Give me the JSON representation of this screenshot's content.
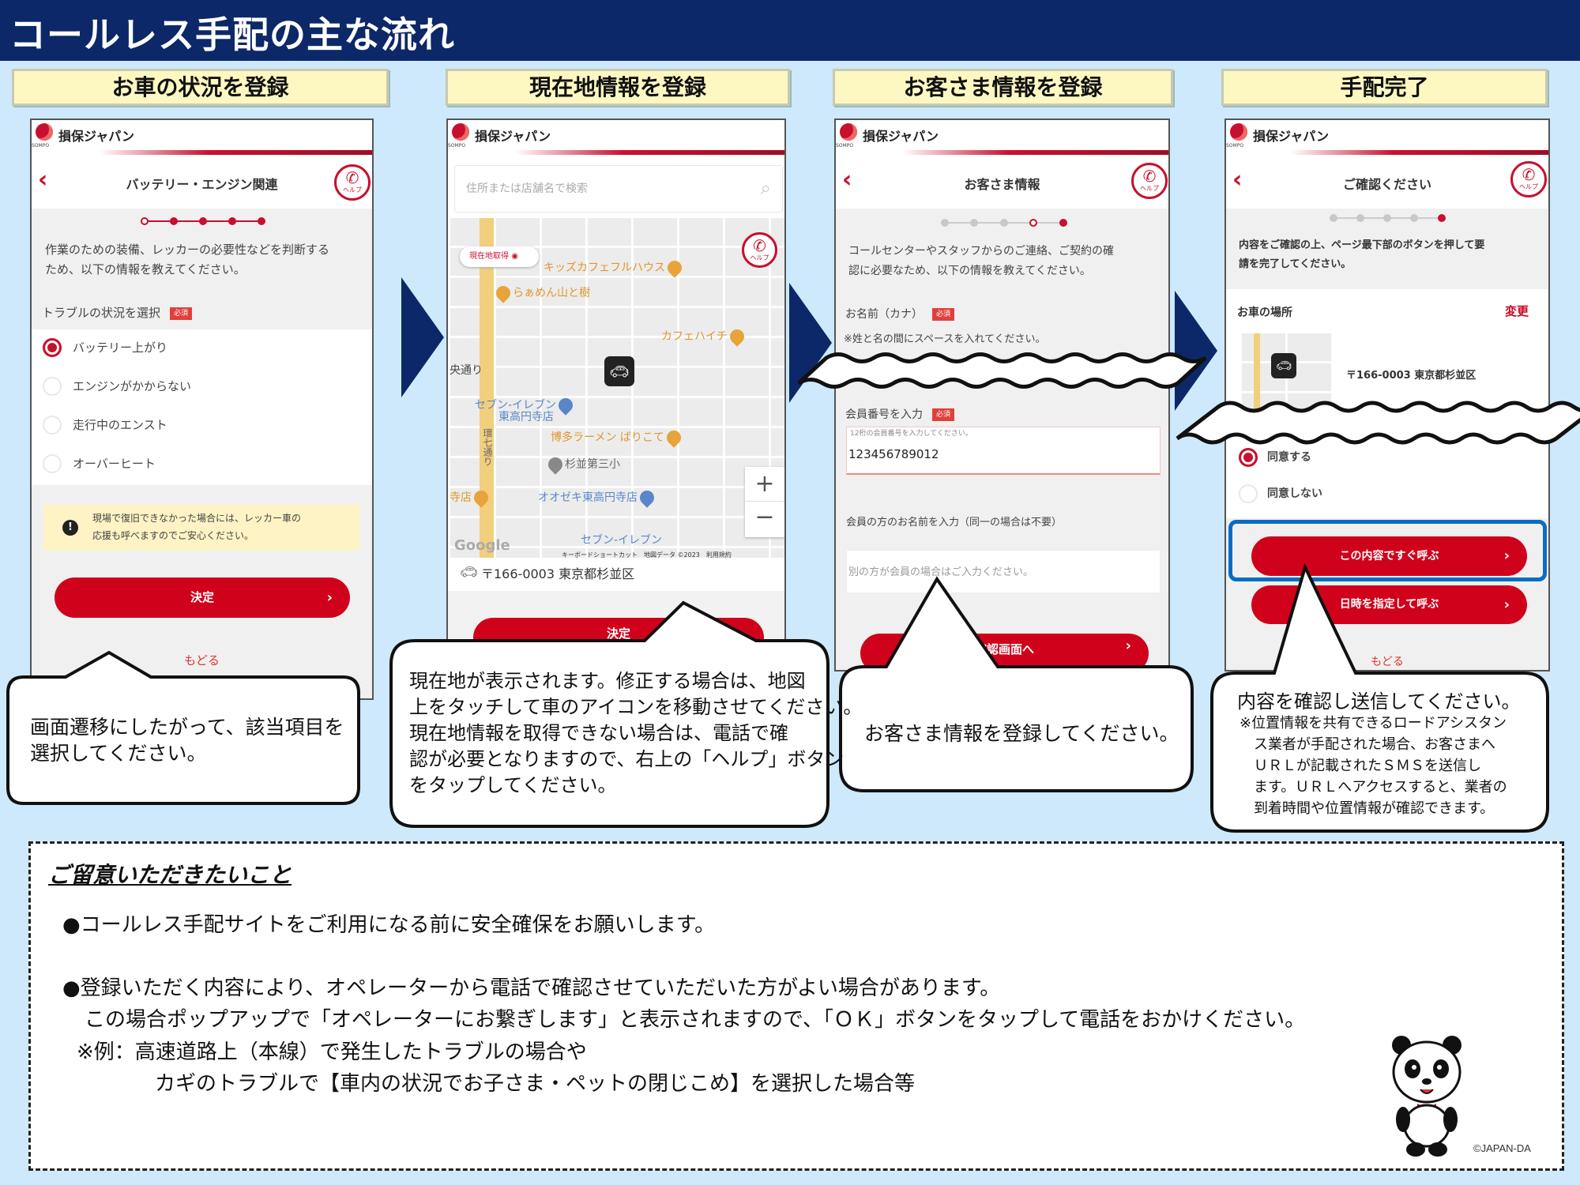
{
  "title": "コールレス手配の主な流れ",
  "brand": {
    "name": "損保ジャパン",
    "sub": "SOMPO"
  },
  "help_label": "ヘルプ",
  "steps": [
    {
      "label": "お車の状況を登録"
    },
    {
      "label": "現在地情報を登録"
    },
    {
      "label": "お客さま情報を登録"
    },
    {
      "label": "手配完了"
    }
  ],
  "screen1": {
    "title": "バッテリー・エンジン関連",
    "desc": [
      "作業のための装備、レッカーの必要性などを判断する",
      "ため、以下の情報を教えてください。"
    ],
    "field_label": "トラブルの状況を選択",
    "required": "必須",
    "options": [
      {
        "label": "バッテリー上がり",
        "selected": true
      },
      {
        "label": "エンジンがかからない",
        "selected": false
      },
      {
        "label": "走行中のエンスト",
        "selected": false
      },
      {
        "label": "オーバーヒート",
        "selected": false
      }
    ],
    "notice": [
      "現場で復旧できなかった場合には、レッカー車の",
      "応援も呼べますのでご安心ください。"
    ],
    "submit": "決定",
    "back": "もどる"
  },
  "screen2": {
    "search_placeholder": "住所または店舗名で検索",
    "locate_button": "現在地取得",
    "map_labels": {
      "kids": "キッズカフェフルハウス",
      "ramen": "らぁめん山と樹",
      "cafe": "カフェハイチ",
      "chuo": "央通り",
      "seven1": "セブン-イレブン",
      "seven1b": "東高円寺店",
      "hakata": "博多ラーメン ばりこて",
      "school": "杉並第三小",
      "tera": "寺店",
      "ozeki": "オオゼキ東高円寺店",
      "seven2": "セブン-イレブン",
      "kan7": "環七通り",
      "google": "Google",
      "footer": "キーボードショートカット　地図データ ©2023　利用規約"
    },
    "address": "〒166-0003 東京都杉並区",
    "submit": "決定"
  },
  "screen3": {
    "title": "お客さま情報",
    "desc": [
      "コールセンターやスタッフからのご連絡、ご契約の確",
      "認に必要なため、以下の情報を教えてください。"
    ],
    "name_label": "お名前（カナ）",
    "required": "必須",
    "name_note": "※姓と名の間にスペースを入れてください。",
    "member_label": "会員番号を入力",
    "member_placeholder": "12桁の会員番号を入力してください。",
    "member_value": "123456789012",
    "member_name_label": "会員の方のお名前を入力（同一の場合は不要）",
    "member_name_placeholder": "別の方が会員の場合はご入力ください。",
    "submit": "確認画面へ"
  },
  "screen4": {
    "title": "ご確認ください",
    "desc": [
      "内容をご確認の上、ページ最下部のボタンを押して要",
      "請を完了してください。"
    ],
    "location_label": "お車の場所",
    "change": "変更",
    "address": "〒166-0003 東京都杉並区",
    "agree": "同意する",
    "disagree": "同意しない",
    "call_now": "この内容ですぐ呼ぶ",
    "call_later": "日時を指定して呼ぶ",
    "back": "もどる"
  },
  "callouts": [
    {
      "lines": [
        "画面遷移にしたがって、該当項目を",
        "選択してください。"
      ]
    },
    {
      "lines": [
        "現在地が表示されます。修正する場合は、地図",
        "上をタッチして車のアイコンを移動させてください。",
        "現在地情報を取得できない場合は、電話で確",
        "認が必要となりますので、右上の「ヘルプ」ボタン",
        "をタップしてください。"
      ]
    },
    {
      "lines": [
        "お客さま情報を登録してください。"
      ]
    },
    {
      "title": "内容を確認し送信してください。",
      "lines": [
        "※位置情報を共有できるロードアシスタン",
        "ス業者が手配された場合、お客さまへ",
        "ＵＲＬが記載されたＳＭＳを送信し",
        "ます。ＵＲＬへアクセスすると、業者の",
        "到着時間や位置情報が確認できます。"
      ]
    }
  ],
  "notes": {
    "heading": "ご留意いただきたいこと",
    "items": [
      "●コールレス手配サイトをご利用になる前に安全確保をお願いします。",
      "●登録いただく内容により、オペレーターから電話で確認させていただいた方がよい場合があります。",
      "この場合ポップアップで「オペレーターにお繋ぎします」と表示されますので、「ＯＫ」ボタンをタップして電話をおかけください。",
      "※例：高速道路上（本線）で発生したトラブルの場合や",
      "カギのトラブルで【車内の状況でお子さま・ペットの閉じこめ】を選択した場合等"
    ]
  },
  "copyright": "©JAPAN-DA",
  "colors": {
    "navy": "#0c2868",
    "brand_red": "#d0021b",
    "highlight_blue": "#0a6cc4",
    "background": "#cde9fb"
  }
}
